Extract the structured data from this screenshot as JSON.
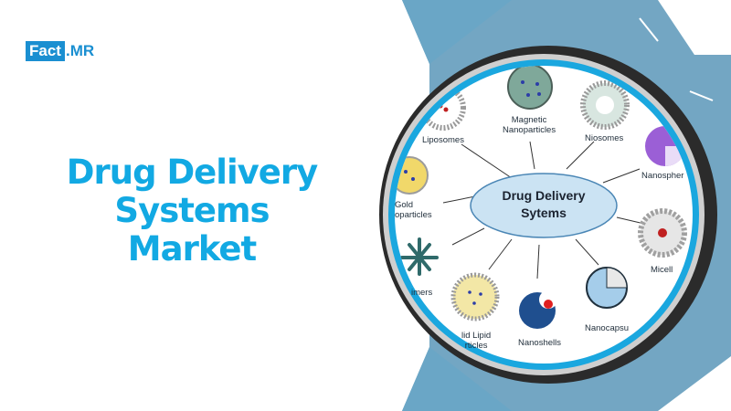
{
  "logo": {
    "part1": "Fact",
    "part2": ".MR"
  },
  "title": {
    "line1": "Drug Delivery Systems",
    "line2": "Market"
  },
  "diagram": {
    "center": {
      "line1": "Drug Delivery",
      "line2": "Sytems"
    },
    "items": {
      "liposomes": "Liposomes",
      "magnetic_1": "Magnetic",
      "magnetic_2": "Nanoparticles",
      "niosomes": "Niosomes",
      "nanospheres": "Nanospher",
      "gold_1": "Gold",
      "gold_2": "oparticles",
      "micelles": "Micell",
      "dendrimers": "imers",
      "solid_1": "lid Lipid",
      "solid_2": "rticles",
      "nanoshells": "Nanoshells",
      "nanocapsules": "Nanocapsu"
    }
  },
  "colors": {
    "brand": "#1a8fd1",
    "title": "#12a9e3",
    "ring": "#1aa7df",
    "band": "#5b97b8"
  }
}
